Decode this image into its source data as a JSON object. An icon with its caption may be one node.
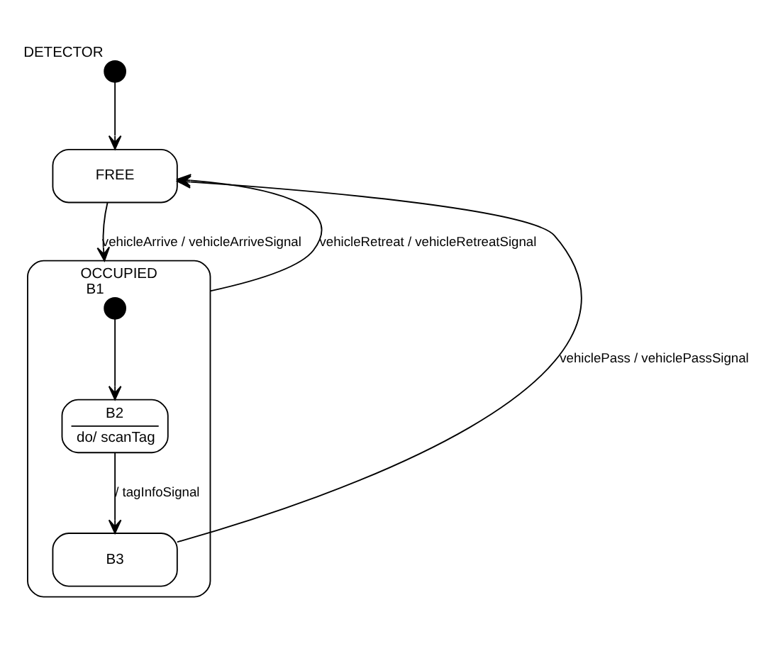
{
  "diagram": {
    "nodes": [
      {
        "text": [],
        "shape": "circle",
        "beside": [
          "DETECTOR"
        ]
      },
      {
        "text": [
          "FREE"
        ]
      },
      {
        "text": [
          "OCCUPIED"
        ]
      },
      {
        "text": [],
        "shape": "circle",
        "beside": [
          "B1"
        ],
        "in": 2
      },
      {
        "text": [
          "B2",
          "do/ scanTag"
        ],
        "in": 2
      },
      {
        "text": [
          "B3"
        ],
        "in": 2
      }
    ],
    "edges": [
      {
        "from": 0,
        "to": 1,
        "arrow": "to"
      },
      {
        "from": 1,
        "to": 2,
        "arrow": "to",
        "label": "vehicleArrive / vehicleArriveSignal"
      },
      {
        "from": 2,
        "to": 1,
        "arrow": "to",
        "label": "vehicleRetreat / vehicleRetreatSignal"
      },
      {
        "from": 5,
        "to": 1,
        "arrow": "to",
        "label": "vehiclePass / vehiclePassSignal"
      },
      {
        "from": 3,
        "to": 4,
        "arrow": "to"
      },
      {
        "from": 4,
        "to": 5,
        "arrow": "to",
        "label": "/ tagInfoSignal"
      }
    ]
  }
}
